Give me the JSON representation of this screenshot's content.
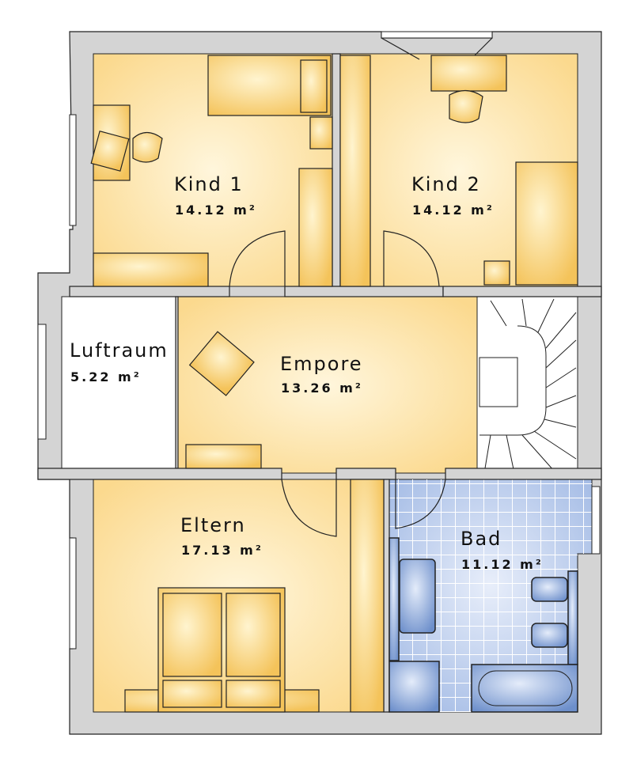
{
  "title": "Dachgeschoss Grundriss",
  "colors": {
    "room": "#fbe0a0",
    "room_light": "#fff6dc",
    "bath": "#a9c0e6",
    "wall": "#d4d4d4"
  },
  "rooms": [
    {
      "name": "Kind 1",
      "area": "14.12 m²"
    },
    {
      "name": "Kind 2",
      "area": "14.12 m²"
    },
    {
      "name": "Luftraum",
      "area": "5.22 m²"
    },
    {
      "name": "Empore",
      "area": "13.26 m²"
    },
    {
      "name": "Eltern",
      "area": "17.13 m²"
    },
    {
      "name": "Bad",
      "area": "11.12 m²"
    }
  ]
}
